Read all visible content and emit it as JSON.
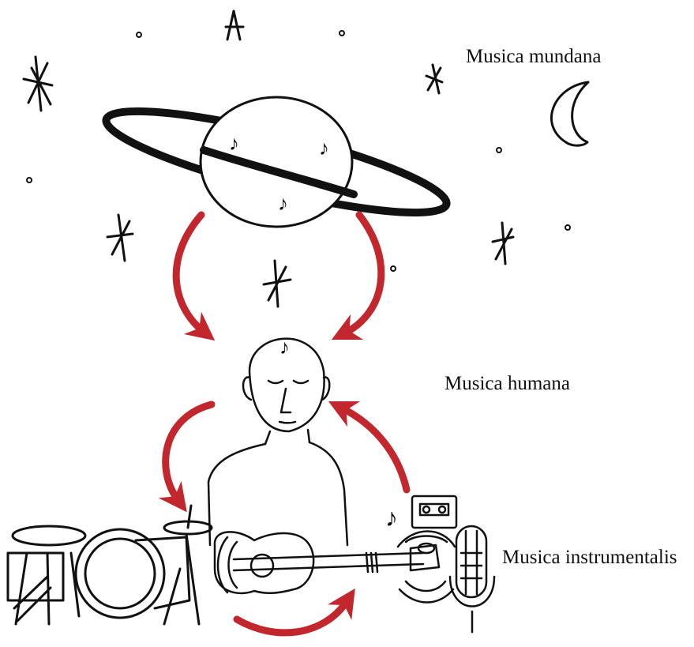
{
  "labels": {
    "mundana": "Musica mundana",
    "humana": "Musica humana",
    "instrumentalis": "Musica instrumentalis"
  },
  "colors": {
    "ink": "#111111",
    "arrow": "#c1272d",
    "background": "#ffffff"
  },
  "icons": [
    "star-icon",
    "planet-icon",
    "moon-icon",
    "music-note-icon",
    "person-icon",
    "guitar-icon",
    "drum-kit-icon",
    "cassette-icon",
    "microphone-icon",
    "arrow-icon"
  ]
}
